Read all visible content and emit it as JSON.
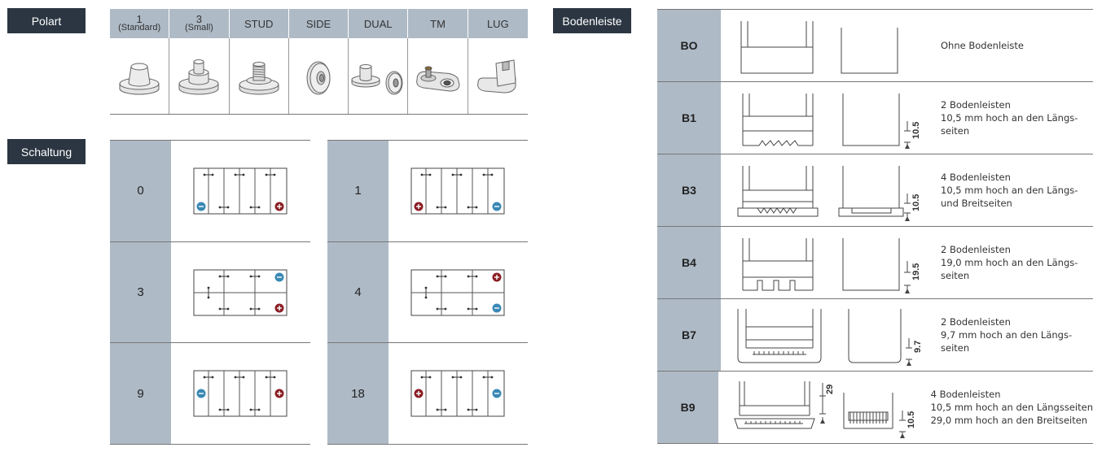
{
  "labels": {
    "polart": "Polart",
    "schaltung": "Schaltung",
    "bodenleiste": "Bodenleiste"
  },
  "polart": {
    "columns": [
      {
        "title": "1",
        "sub": "(Standard)",
        "icon": "standard-terminal-icon"
      },
      {
        "title": "3",
        "sub": "(Small)",
        "icon": "small-terminal-icon"
      },
      {
        "title": "STUD",
        "sub": "",
        "icon": "stud-terminal-icon"
      },
      {
        "title": "SIDE",
        "sub": "",
        "icon": "side-terminal-icon"
      },
      {
        "title": "DUAL",
        "sub": "",
        "icon": "dual-terminal-icon"
      },
      {
        "title": "TM",
        "sub": "",
        "icon": "tm-terminal-icon"
      },
      {
        "title": "LUG",
        "sub": "",
        "icon": "lug-terminal-icon"
      }
    ]
  },
  "schaltung": {
    "left": [
      "0",
      "3",
      "9"
    ],
    "right": [
      "1",
      "4",
      "18"
    ]
  },
  "bodenleiste": {
    "rows": [
      {
        "code": "BO",
        "lines": [
          "Ohne Bodenleiste"
        ],
        "dim": ""
      },
      {
        "code": "B1",
        "lines": [
          "2 Bodenleisten",
          "10,5 mm hoch an den Längs-",
          "seiten"
        ],
        "dim": "10.5"
      },
      {
        "code": "B3",
        "lines": [
          "4 Bodenleisten",
          "10,5 mm hoch an den Längs-",
          "und Breitseiten"
        ],
        "dim": "10.5"
      },
      {
        "code": "B4",
        "lines": [
          "2 Bodenleisten",
          "19,0 mm hoch an den Längs-",
          "seiten"
        ],
        "dim": "19.5"
      },
      {
        "code": "B7",
        "lines": [
          "2 Bodenleisten",
          "9,7 mm hoch an den Längs-",
          "seiten"
        ],
        "dim": "9.7"
      },
      {
        "code": "B9",
        "lines": [
          "4 Bodenleisten",
          "10,5 mm hoch an den Längsseiten",
          "29,0 mm hoch an den Breitseiten"
        ],
        "dim": "10.5",
        "dim2": "29"
      }
    ]
  },
  "colors": {
    "header": "#aebac6",
    "tag": "#2b3642",
    "positive": "#8b1e24",
    "negative": "#3a88b5"
  }
}
